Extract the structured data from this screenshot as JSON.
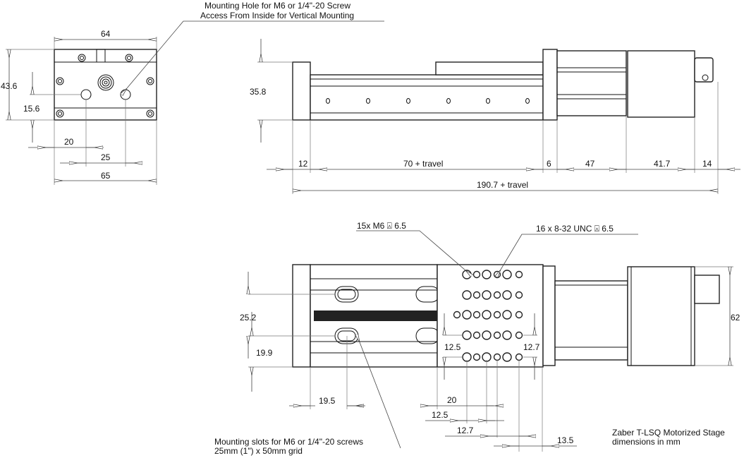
{
  "front_view": {
    "callout_line1": "Mounting Hole for M6 or 1/4\"-20 Screw",
    "callout_line2": "Access From Inside for Vertical Mounting",
    "dim_width_top": "64",
    "dim_height": "43.6",
    "dim_hole_height": "15.6",
    "dim_hole_offset": "20",
    "dim_hole_spacing": "25",
    "dim_width_bottom": "65"
  },
  "side_view": {
    "dim_height": "35.8",
    "dim_endcap": "12",
    "dim_travel": "70 + travel",
    "dim_gap": "6",
    "dim_coupler": "47",
    "dim_motor": "41.7",
    "dim_connector": "14",
    "dim_total": "190.7 + travel"
  },
  "top_view": {
    "callout_m6": "15x M6 ⍓ 6.5",
    "callout_unc": "16 x 8-32 UNC ⍓ 6.5",
    "dim_slot_spacing": "25.2",
    "dim_slot_offset": "19.9",
    "dim_slot_x": "19.5",
    "dim_hole_x": "20",
    "dim_inner_left": "12.5",
    "dim_inner_right": "12.7",
    "dim_row_12_5": "12.5",
    "dim_row_12_7": "12.7",
    "dim_edge": "13.5",
    "dim_motor_width": "62",
    "slots_note_line1": "Mounting slots for M6 or 1/4\"-20 screws",
    "slots_note_line2": "25mm (1\") x 50mm grid"
  },
  "title_block": {
    "line1": "Zaber T-LSQ Motorized Stage",
    "line2": "dimensions in mm"
  }
}
